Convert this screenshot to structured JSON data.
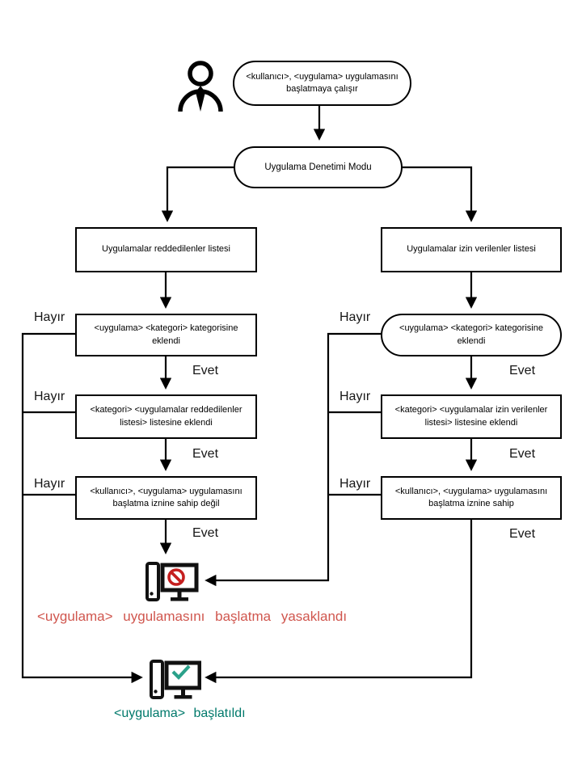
{
  "flowchart": {
    "start": {
      "label": "<kullanıcı>, <uygulama> uygulamasını başlatmaya çalışır"
    },
    "mode": {
      "label": "Uygulama Denetimi Modu"
    },
    "left_branch": {
      "title": "Uygulamalar reddedilenler listesi",
      "steps": [
        "<uygulama> <kategori> kategorisine eklendi",
        "<kategori> <uygulamalar reddedilenler listesi> listesine eklendi",
        "<kullanıcı>, <uygulama> uygulamasını başlatma iznine sahip değil"
      ]
    },
    "right_branch": {
      "title": "Uygulamalar izin verilenler listesi",
      "steps": [
        "<uygulama> <kategori> kategorisine eklendi",
        "<kategori> <uygulamalar izin verilenler listesi> listesine eklendi",
        "<kullanıcı>, <uygulama> uygulamasını başlatma iznine sahip"
      ]
    },
    "labels": {
      "yes": "Evet",
      "no": "Hayır"
    },
    "results": {
      "denied": "<uygulama>  uygulamasını  başlatma yasaklandı",
      "allowed": "<uygulama>  başlatıldı"
    },
    "colors": {
      "line": "#000000",
      "denied_text": "#d0564e",
      "denied_sign": "#c51f1f",
      "allowed_text": "#00796b",
      "allowed_check": "#2aa18a"
    }
  }
}
